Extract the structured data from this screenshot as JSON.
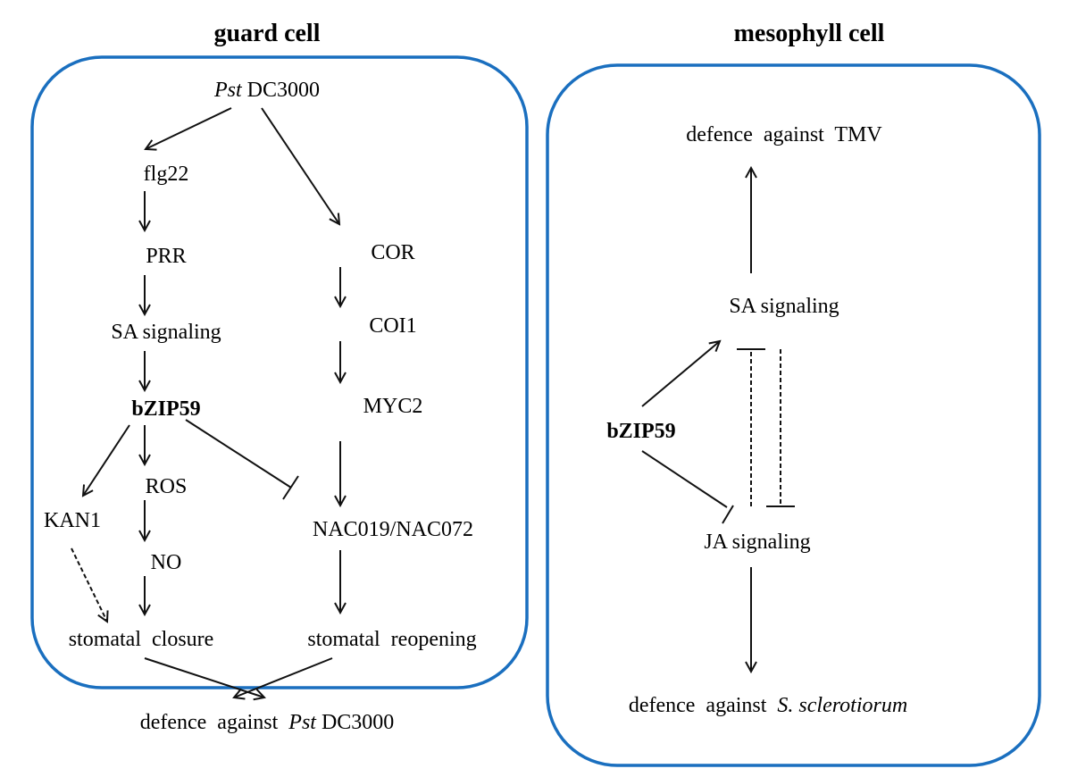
{
  "colors": {
    "panel_border": "#1a6fbf",
    "line": "#111111"
  },
  "guard_cell": {
    "title": "guard cell",
    "nodes": {
      "pst": {
        "italic": "Pst",
        "rest": " DC3000"
      },
      "flg22": "flg22",
      "prr": "PRR",
      "sa": "SA signaling",
      "bzip": "bZIP59",
      "kan1": "KAN1",
      "ros": "ROS",
      "no": "NO",
      "cor": "COR",
      "coi1": "COI1",
      "myc2": "MYC2",
      "nac": "NAC019/NAC072",
      "closure": "stomatal  closure",
      "reopening": "stomatal  reopening",
      "defence": {
        "pre": "defence  against  ",
        "italic": "Pst",
        "rest": " DC3000"
      }
    },
    "edges": [
      {
        "from": "Pst DC3000",
        "to": "flg22",
        "type": "activation"
      },
      {
        "from": "Pst DC3000",
        "to": "COR",
        "type": "activation"
      },
      {
        "from": "flg22",
        "to": "PRR",
        "type": "activation"
      },
      {
        "from": "PRR",
        "to": "SA signaling",
        "type": "activation"
      },
      {
        "from": "SA signaling",
        "to": "bZIP59",
        "type": "activation"
      },
      {
        "from": "bZIP59",
        "to": "KAN1",
        "type": "activation"
      },
      {
        "from": "bZIP59",
        "to": "ROS",
        "type": "activation"
      },
      {
        "from": "bZIP59",
        "to": "NAC019/NAC072",
        "type": "inhibition"
      },
      {
        "from": "ROS",
        "to": "NO",
        "type": "activation"
      },
      {
        "from": "NO",
        "to": "stomatal closure",
        "type": "activation"
      },
      {
        "from": "KAN1",
        "to": "stomatal closure",
        "type": "activation-dashed"
      },
      {
        "from": "COR",
        "to": "COI1",
        "type": "activation"
      },
      {
        "from": "COI1",
        "to": "MYC2",
        "type": "activation"
      },
      {
        "from": "MYC2",
        "to": "NAC019/NAC072",
        "type": "activation"
      },
      {
        "from": "NAC019/NAC072",
        "to": "stomatal reopening",
        "type": "activation"
      },
      {
        "from": "stomatal closure",
        "to": "defence against Pst DC3000",
        "type": "activation"
      },
      {
        "from": "stomatal reopening",
        "to": "defence against Pst DC3000",
        "type": "activation"
      }
    ]
  },
  "mesophyll_cell": {
    "title": "mesophyll cell",
    "nodes": {
      "tmv": "defence  against  TMV",
      "sa": "SA signaling",
      "bzip": "bZIP59",
      "ja": "JA signaling",
      "scl": {
        "pre": "defence  against  ",
        "italic": "S. sclerotiorum"
      }
    },
    "edges": [
      {
        "from": "SA signaling",
        "to": "defence against TMV",
        "type": "activation"
      },
      {
        "from": "bZIP59",
        "to": "SA signaling",
        "type": "activation"
      },
      {
        "from": "bZIP59",
        "to": "JA signaling",
        "type": "inhibition"
      },
      {
        "from": "JA signaling",
        "to": "SA signaling",
        "type": "inhibition-dashed"
      },
      {
        "from": "SA signaling",
        "to": "JA signaling",
        "type": "inhibition-dashed"
      },
      {
        "from": "JA signaling",
        "to": "defence against S. sclerotiorum",
        "type": "activation"
      }
    ]
  }
}
